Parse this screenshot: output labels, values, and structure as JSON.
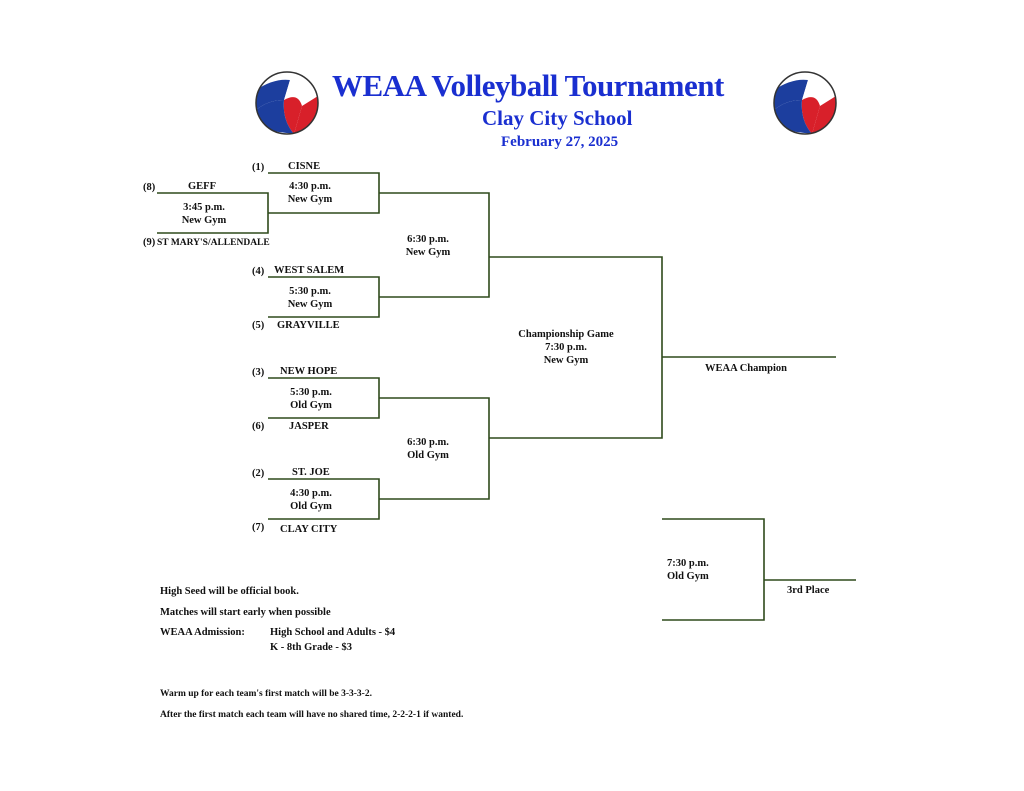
{
  "header": {
    "title": "WEAA Volleyball Tournament",
    "school": "Clay City School",
    "date": "February 27, 2025"
  },
  "icons": {
    "left": "volleyball-icon",
    "right": "volleyball-icon"
  },
  "colors": {
    "title": "#1a2fd0",
    "bracket_line": "#2f4a1c",
    "ball_red": "#d8202a",
    "ball_blue": "#1c3e9e"
  },
  "teams": {
    "geff": {
      "seed": "(8)",
      "name": "GEFF"
    },
    "stmarys": {
      "seed": "(9)",
      "name": "ST MARY'S/ALLENDALE"
    },
    "cisne": {
      "seed": "(1)",
      "name": "CISNE"
    },
    "westsalem": {
      "seed": "(4)",
      "name": "WEST  SALEM"
    },
    "grayville": {
      "seed": "(5)",
      "name": "GRAYVILLE"
    },
    "newhope": {
      "seed": "(3)",
      "name": "NEW HOPE"
    },
    "jasper": {
      "seed": "(6)",
      "name": "JASPER"
    },
    "stjoe": {
      "seed": "(2)",
      "name": "ST.  JOE"
    },
    "claycity": {
      "seed": "(7)",
      "name": "CLAY CITY"
    }
  },
  "games": {
    "g1": {
      "time": "3:45 p.m.",
      "venue": "New Gym"
    },
    "g2": {
      "time": "4:30 p.m.",
      "venue": "New Gym"
    },
    "g3": {
      "time": "5:30 p.m.",
      "venue": "New Gym"
    },
    "g4": {
      "time": "5:30 p.m.",
      "venue": "Old Gym"
    },
    "g5": {
      "time": "4:30 p.m.",
      "venue": "Old Gym"
    },
    "semi1": {
      "time": "6:30 p.m.",
      "venue": "New Gym"
    },
    "semi2": {
      "time": "6:30 p.m.",
      "venue": "Old Gym"
    },
    "final": {
      "label": "Championship Game",
      "time": "7:30 p.m.",
      "venue": "New Gym"
    },
    "third": {
      "time": "7:30 p.m.",
      "venue": "Old Gym"
    }
  },
  "results": {
    "champion": "WEAA Champion",
    "third_place": "3rd Place"
  },
  "notes": {
    "official_book": "High Seed will be official book.",
    "early": "Matches will start early when possible",
    "admission_label": "WEAA Admission:",
    "admission_adult": "High School and Adults - $4",
    "admission_child": "K - 8th Grade - $3",
    "warmup": "Warm up for each team's first match will be 3-3-3-2.",
    "after_first": "After the first match each team will have no shared time, 2-2-2-1 if wanted."
  }
}
